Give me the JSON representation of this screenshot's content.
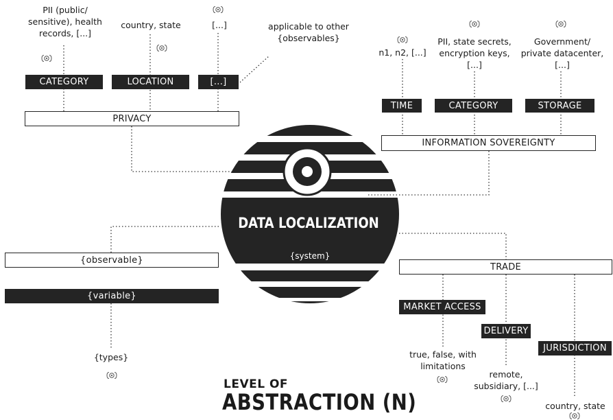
{
  "center": {
    "title": "DATA LOCALIZATION",
    "subtitle": "{system}"
  },
  "privacy": {
    "label": "PRIVACY",
    "category": {
      "label": "CATEGORY",
      "note": "PII (public/\nsensitive), health\nrecords, [...]"
    },
    "location": {
      "label": "LOCATION",
      "note": "country, state"
    },
    "other": {
      "label": "[...]",
      "note": "[...]"
    },
    "side_note": "applicable to other\n{observables}"
  },
  "sovereignty": {
    "label": "INFORMATION SOVEREIGNTY",
    "time": {
      "label": "TIME",
      "note": "n1, n2, [...]"
    },
    "category": {
      "label": "CATEGORY",
      "note": "PII, state secrets,\nencryption keys,\n[...]"
    },
    "storage": {
      "label": "STORAGE",
      "note": "Government/\nprivate datacenter,\n[...]"
    }
  },
  "legend": {
    "observable": "{observable}",
    "variable": "{variable}",
    "types": "{types}"
  },
  "trade": {
    "label": "TRADE",
    "market_access": {
      "label": "MARKET ACCESS",
      "note": "true, false, with\nlimitations"
    },
    "delivery": {
      "label": "DELIVERY",
      "note": "remote,\nsubsidiary, [...]"
    },
    "jurisdiction": {
      "label": "JURISDICTION",
      "note": "country, state"
    }
  },
  "footer": {
    "line1": "LEVEL OF",
    "line2": "ABSTRACTION (N)"
  },
  "icon": "eye-icon"
}
